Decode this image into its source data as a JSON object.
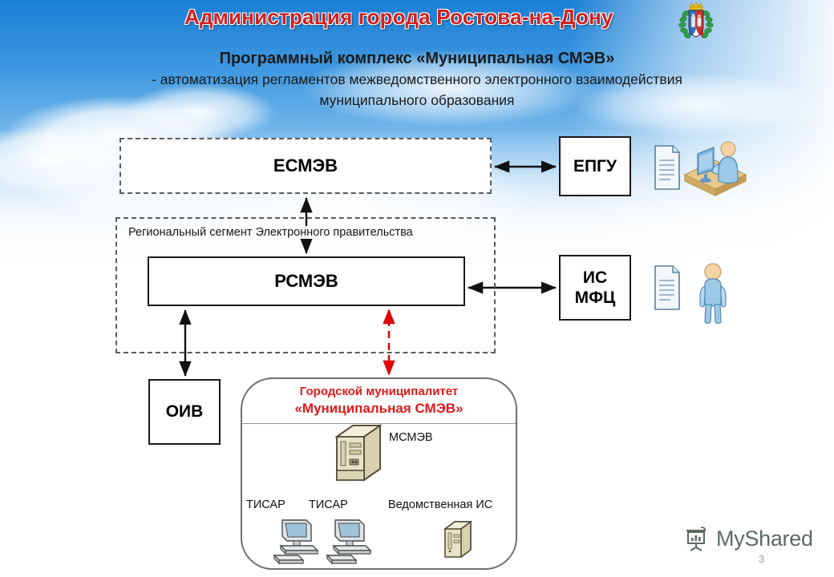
{
  "header": {
    "banner_title": "Администрация города Ростова-на-Дону",
    "emblem_name": "coat-of-arms-rostov-on-don",
    "banner_text_color": "#cf2020"
  },
  "slide": {
    "title_line1": "Программный комплекс «Муниципальная СМЭВ»",
    "title_line2": "- автоматизация регламентов межведомственного электронного взаимодействия",
    "title_line3": "муниципального образования",
    "page_number": "3"
  },
  "diagram": {
    "boxes": {
      "esmev": "ЕСМЭВ",
      "rsmev": "РСМЭВ",
      "epgu": "ЕПГУ",
      "ismfc_line1": "ИС",
      "ismfc_line2": "МФЦ",
      "oiv": "ОИВ",
      "region_label": "Региональный сегмент Электронного правительства"
    },
    "municipality": {
      "title_line1": "Городской муниципалитет",
      "title_line2": "«Муниципальная СМЭВ»",
      "title_color": "#e11a1a",
      "server_label": "МСМЭВ",
      "workstation_1": "ТИСАР",
      "workstation_2": "ТИСАР",
      "department_system": "Ведомственная ИС"
    },
    "connectors": [
      {
        "name": "esmev-epgu",
        "style": "solid-double-arrow",
        "color": "#111111"
      },
      {
        "name": "esmev-rsmev",
        "style": "solid-double-arrow",
        "color": "#111111"
      },
      {
        "name": "rsmev-ismfc",
        "style": "solid-double-arrow",
        "color": "#111111"
      },
      {
        "name": "rsmev-oiv",
        "style": "solid-double-arrow",
        "color": "#111111"
      },
      {
        "name": "rsmev-municipality",
        "style": "dashed-double-arrow",
        "color": "#e00000"
      }
    ],
    "icons": [
      {
        "name": "document-icon-epgu"
      },
      {
        "name": "person-at-computer-icon"
      },
      {
        "name": "document-icon-mfc"
      },
      {
        "name": "person-standing-icon"
      },
      {
        "name": "server-tower-icon-msmev"
      },
      {
        "name": "desktop-computer-icon-tisar-1"
      },
      {
        "name": "desktop-computer-icon-tisar-2"
      },
      {
        "name": "server-small-icon-vedis"
      }
    ]
  },
  "watermark": {
    "label": "MyShared",
    "icon_name": "presentation-board-icon"
  }
}
